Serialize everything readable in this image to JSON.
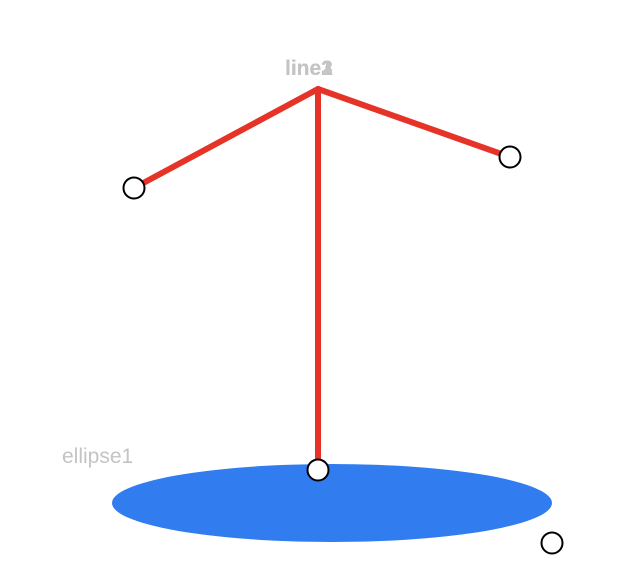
{
  "canvas": {
    "background": "#ffffff"
  },
  "labels": {
    "line_a": "line1",
    "line_b": "line2",
    "line_c": "line3",
    "ellipse": "ellipse1"
  },
  "colors": {
    "line": "#e53427",
    "ellipse": "#317df0",
    "label": "#c4c4c4",
    "handle_fill": "#ffffff",
    "handle_stroke": "#000000"
  }
}
